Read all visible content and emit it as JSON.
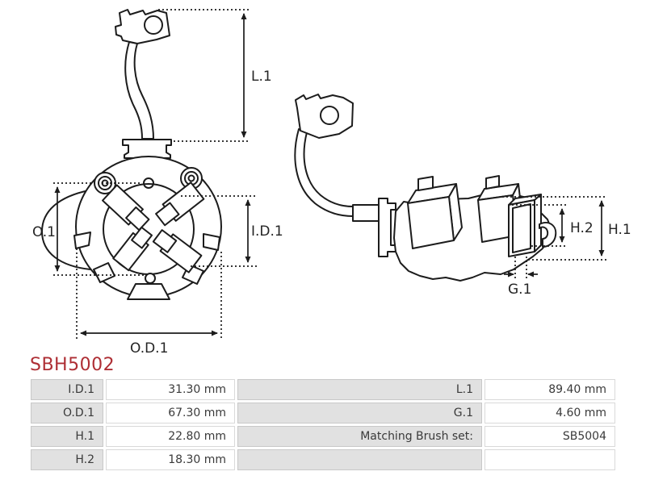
{
  "part": {
    "number": "SBH5002",
    "number_color": "#AE2E34"
  },
  "diagram": {
    "labels": {
      "l1": "L.1",
      "o1": "O.1",
      "id1": "I.D.1",
      "od1": "O.D.1",
      "h1": "H.1",
      "h2": "H.2",
      "g1": "G.1"
    },
    "line_color": "#1c1c1c"
  },
  "table": {
    "label_bg": "#e1e1e1",
    "rows": [
      {
        "label1": "I.D.1",
        "value1": "31.30 mm",
        "label2": "L.1",
        "value2": "89.40 mm"
      },
      {
        "label1": "O.D.1",
        "value1": "67.30 mm",
        "label2": "G.1",
        "value2": "4.60 mm"
      },
      {
        "label1": "H.1",
        "value1": "22.80 mm",
        "label2": "Matching Brush set:",
        "value2": "SB5004"
      },
      {
        "label1": "H.2",
        "value1": "18.30 mm",
        "label2": "",
        "value2": ""
      }
    ]
  }
}
